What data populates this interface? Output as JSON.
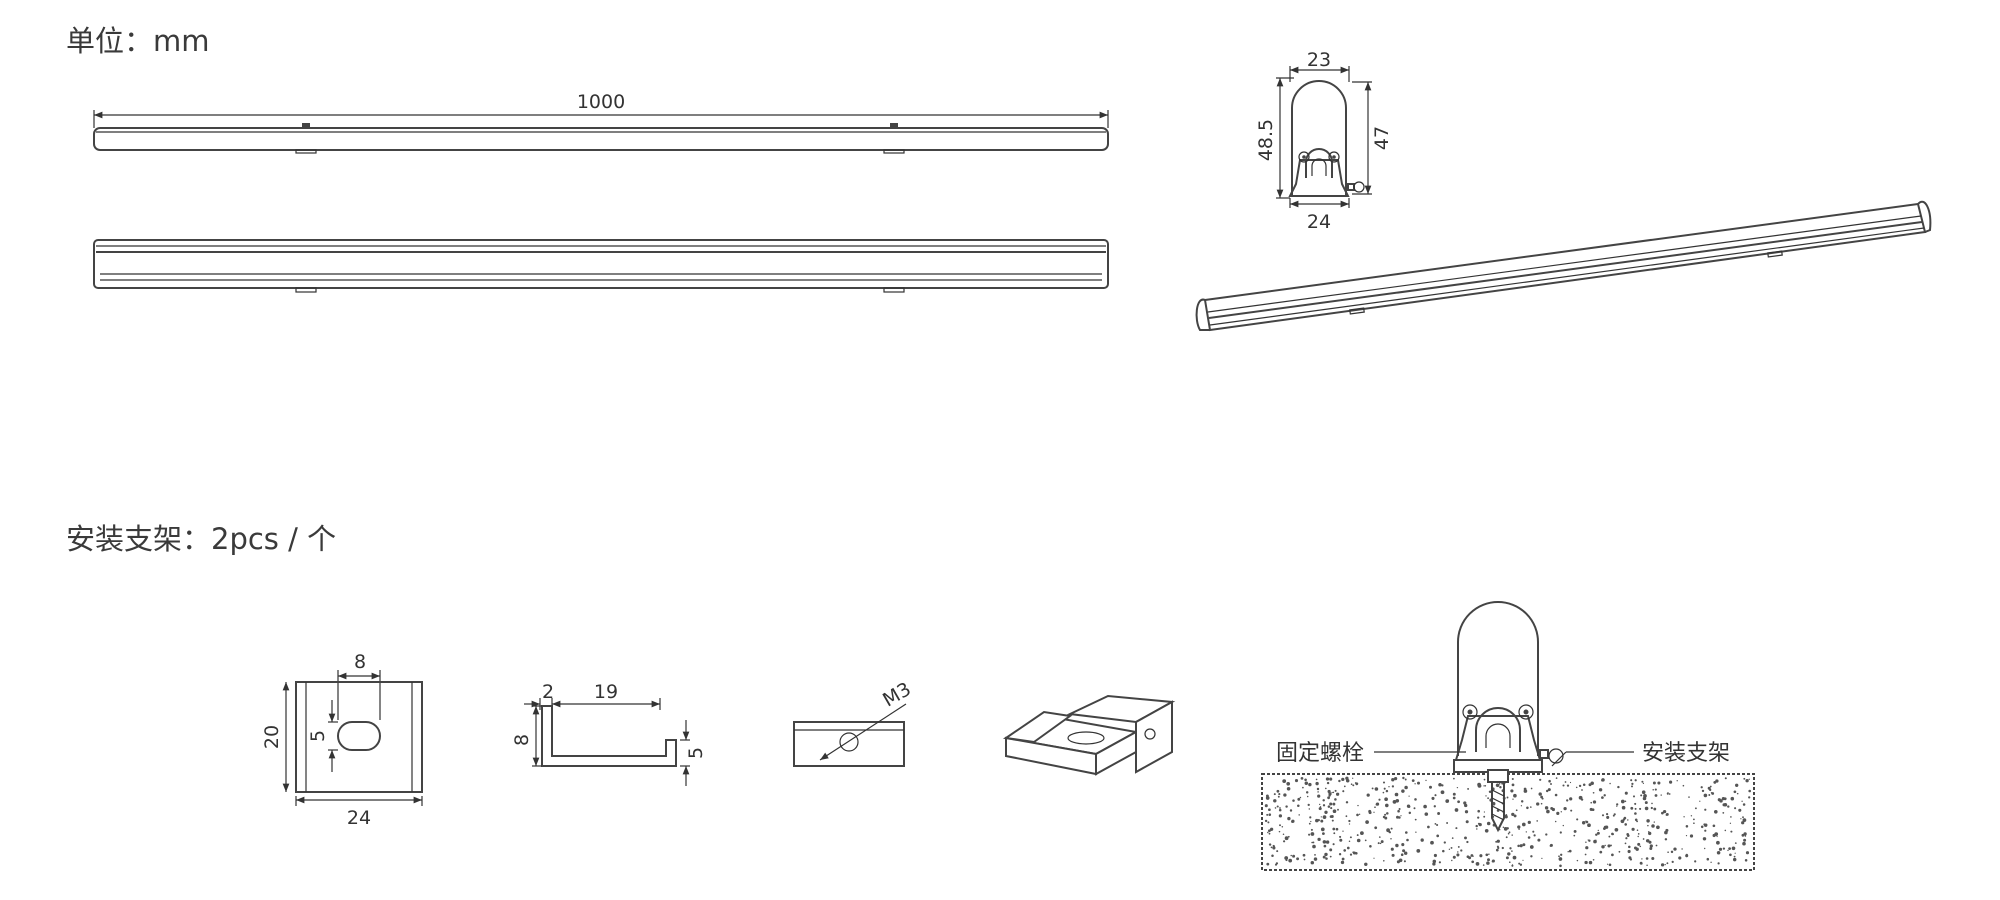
{
  "headings": {
    "unit": "单位：mm",
    "bracket": "安装支架：2pcs / 个"
  },
  "dimensions": {
    "length": "1000",
    "profile_top_width": "23",
    "profile_height_outer": "48.5",
    "profile_height_inner": "47",
    "profile_bottom_width": "24",
    "bracket_hole_width": "8",
    "bracket_height": "20",
    "bracket_hole_height": "5",
    "bracket_width": "24",
    "side_thickness": "2",
    "side_length": "19",
    "side_height": "8",
    "side_lip": "5",
    "screw": "M3"
  },
  "callouts": {
    "bolt": "固定螺栓",
    "bracket": "安装支架"
  },
  "colors": {
    "line": "#444444",
    "text": "#333333",
    "concrete_speckle": "#555555"
  }
}
